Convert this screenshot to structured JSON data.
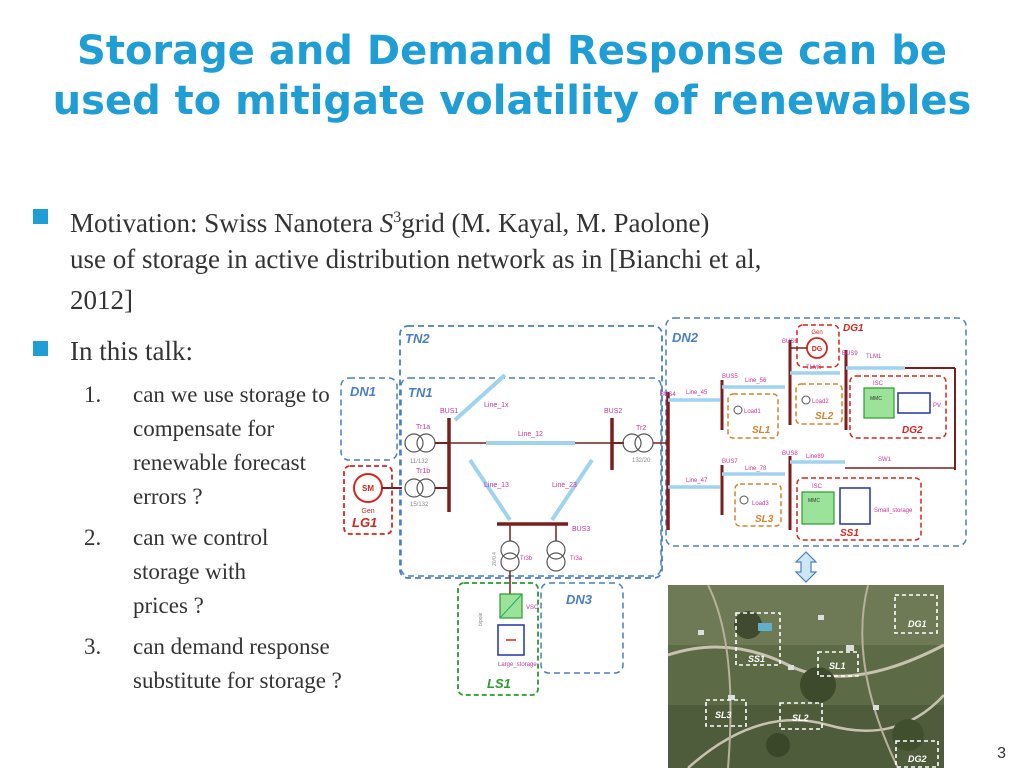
{
  "slide": {
    "title_line1": "Storage and Demand Response can be",
    "title_line2": "used to mitigate volatility of renewables",
    "page_number": "3"
  },
  "bullets": {
    "motivation_prefix": "Motivation: Swiss Nanotera ",
    "motivation_math": "S",
    "motivation_sup": "3",
    "motivation_suffix": "grid (M. Kayal, M. Paolone)",
    "motivation_line2": "use of storage in active distribution network  as in [Bianchi et al,",
    "motivation_line3": "2012]",
    "talk": "In this talk:"
  },
  "talk_items": [
    {
      "num": "1.",
      "lines": [
        "can we use storage to",
        "compensate for",
        "renewable forecast",
        "errors ?"
      ]
    },
    {
      "num": "2.",
      "lines": [
        "can we control",
        "storage with",
        "prices ?"
      ]
    },
    {
      "num": "3.",
      "lines": [
        "can demand response",
        "substitute for storage ?"
      ]
    }
  ],
  "diagram": {
    "regions": {
      "tn2": "TN2",
      "tn1": "TN1",
      "dn1": "DN1",
      "dn2": "DN2",
      "dn3": "DN3",
      "lg1": "LG1",
      "ls1": "LS1",
      "sl1": "SL1",
      "sl2": "SL2",
      "sl3": "SL3",
      "ss1": "SS1",
      "dg1": "DG1",
      "dg2": "DG2"
    },
    "buses": {
      "bus1": "BUS1",
      "bus2": "BUS2",
      "bus3": "BUS3",
      "bus4": "BUS4",
      "bus5": "BUS5",
      "bus6": "BUS6",
      "bus7": "BUS7",
      "bus8": "BUS8",
      "bus9": "BUS9"
    },
    "lines": {
      "line_1x": "Line_1x",
      "line_12": "Line_12",
      "line_13": "Line_13",
      "line_23": "Line_23",
      "line_45": "Line_45",
      "line_56": "Line_56",
      "line_47": "Line_47",
      "line_78": "Line_78",
      "line_89": "Line89",
      "tlm1": "TLM1",
      "tlm6": "TLM6"
    },
    "transformers": {
      "tr1a": "Tr1a",
      "tr1b": "Tr1b",
      "tr2": "Tr2",
      "tr3a": "Tr3a",
      "tr3b": "Tr3b",
      "ratio1": "11/132",
      "ratio2": "15/132",
      "ratio3": "132/20",
      "ratio4": "20/0.4"
    },
    "devices": {
      "sm": "SM",
      "gen": "Gen",
      "dg": "DG",
      "pv": "PV",
      "isc": "ISC",
      "mmc": "MMC",
      "vsc": "VSC",
      "sw1": "SW1",
      "load1": "Load1",
      "load2": "Load2",
      "load3": "Load3",
      "small_storage": "Small_storage",
      "large_storage": "Large_storage",
      "bipole": "bipole"
    }
  },
  "photo": {
    "labels": [
      "DG1",
      "SS1",
      "SL1",
      "SL3",
      "SL2",
      "DG2"
    ]
  },
  "colors": {
    "accent": "#1f9ed6",
    "region_blue": "#4a7fc1",
    "bus_dark": "#7a1e1e",
    "line_blue": "#9fd3ee",
    "red": "#d9241c",
    "orange": "#d9822b",
    "green": "#2a9d2a"
  }
}
